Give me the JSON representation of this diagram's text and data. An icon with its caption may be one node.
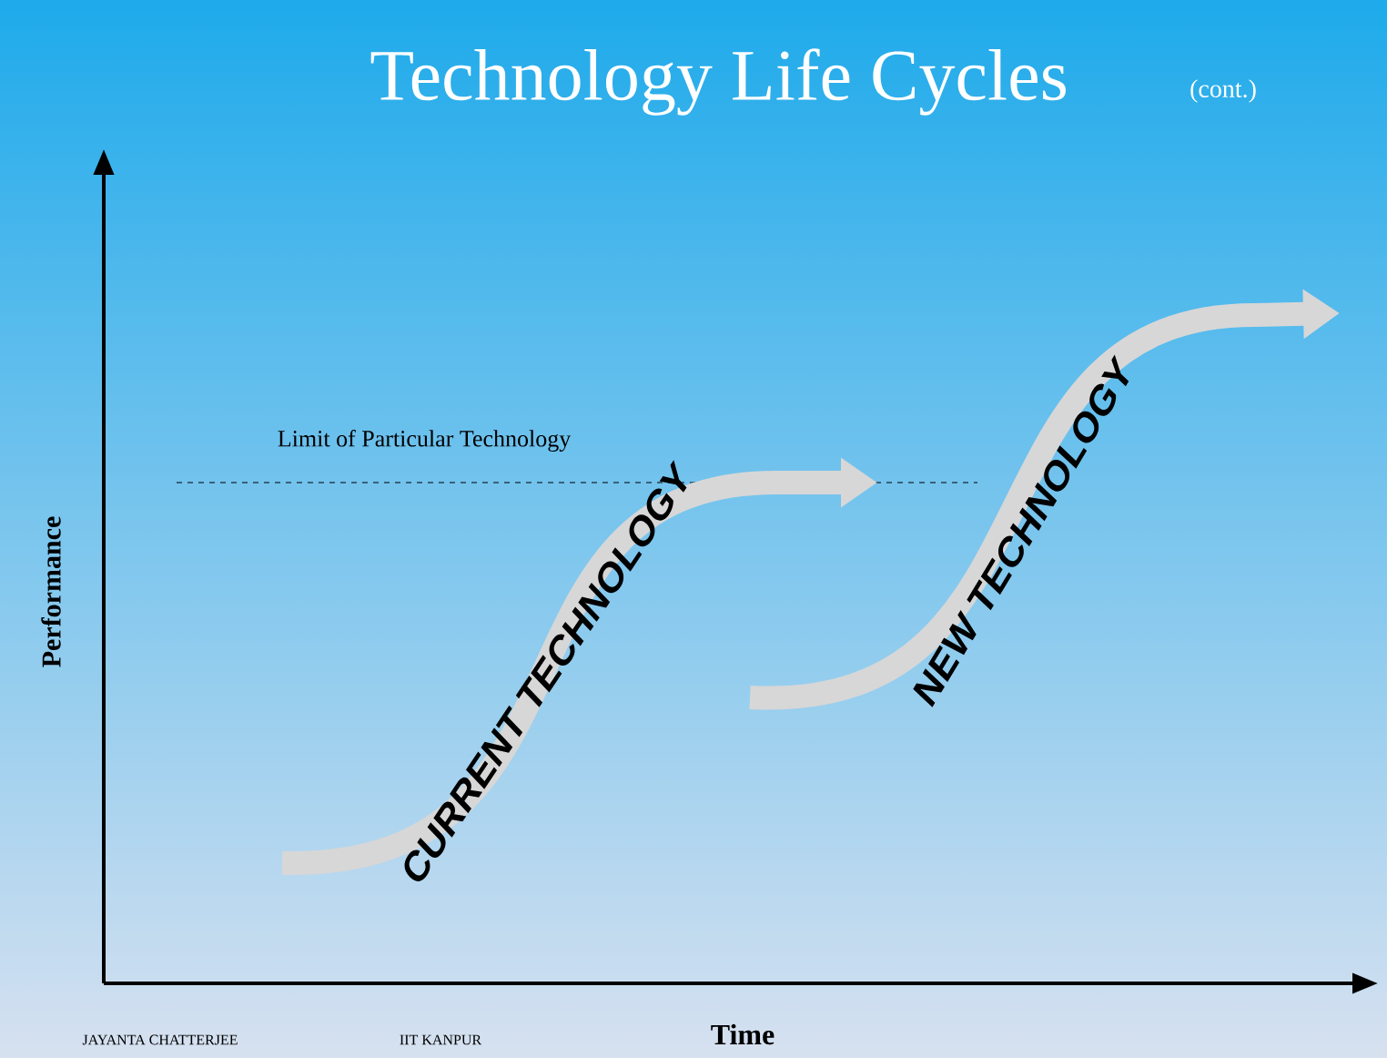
{
  "diagram": {
    "title": "Technology Life Cycles",
    "labels": [
      "(cont.)",
      "Limit of Particular Technology",
      "CURRENT TECHNOLOGY",
      "NEW TECHNOLOGY",
      "Performance",
      "Time",
      "JAYANTA CHATTERJEE",
      "IIT KANPUR"
    ]
  }
}
